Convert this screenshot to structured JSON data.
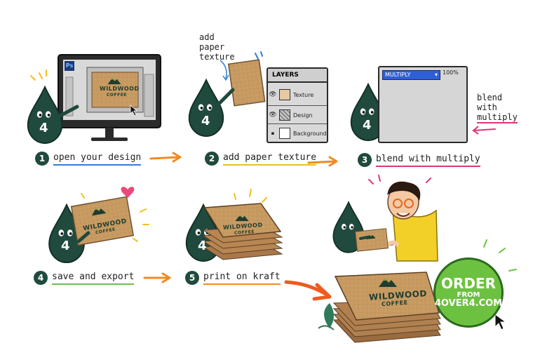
{
  "steps": [
    {
      "num": "1",
      "label": "open your design"
    },
    {
      "num": "2",
      "label": "add paper texture"
    },
    {
      "num": "3",
      "label": "blend with multiply"
    },
    {
      "num": "4",
      "label": "save and export"
    },
    {
      "num": "5",
      "label": "print on kraft"
    }
  ],
  "mascot_digit": "4",
  "brand": {
    "name": "WILDWOOD",
    "sub": "COFFEE"
  },
  "app_badge": "Ps",
  "layers_panel": {
    "title": "LAYERS",
    "rows": [
      "Texture",
      "Design",
      "Background"
    ]
  },
  "blend_panel": {
    "mode": "MULTIPLY",
    "opacity": "100%"
  },
  "notes": {
    "add_texture": [
      "add",
      "paper",
      "texture"
    ],
    "blend": [
      "blend",
      "with",
      "multiply"
    ]
  },
  "cta": {
    "line1": "ORDER",
    "line2": "FROM",
    "line3": "4OVER4.COM"
  },
  "colors": {
    "mascot": "#1f4a3d",
    "kraft": "#c79a62",
    "accent_orange": "#f08a24",
    "cta_green": "#6dc140",
    "blend_blue": "#2f5fd6"
  }
}
